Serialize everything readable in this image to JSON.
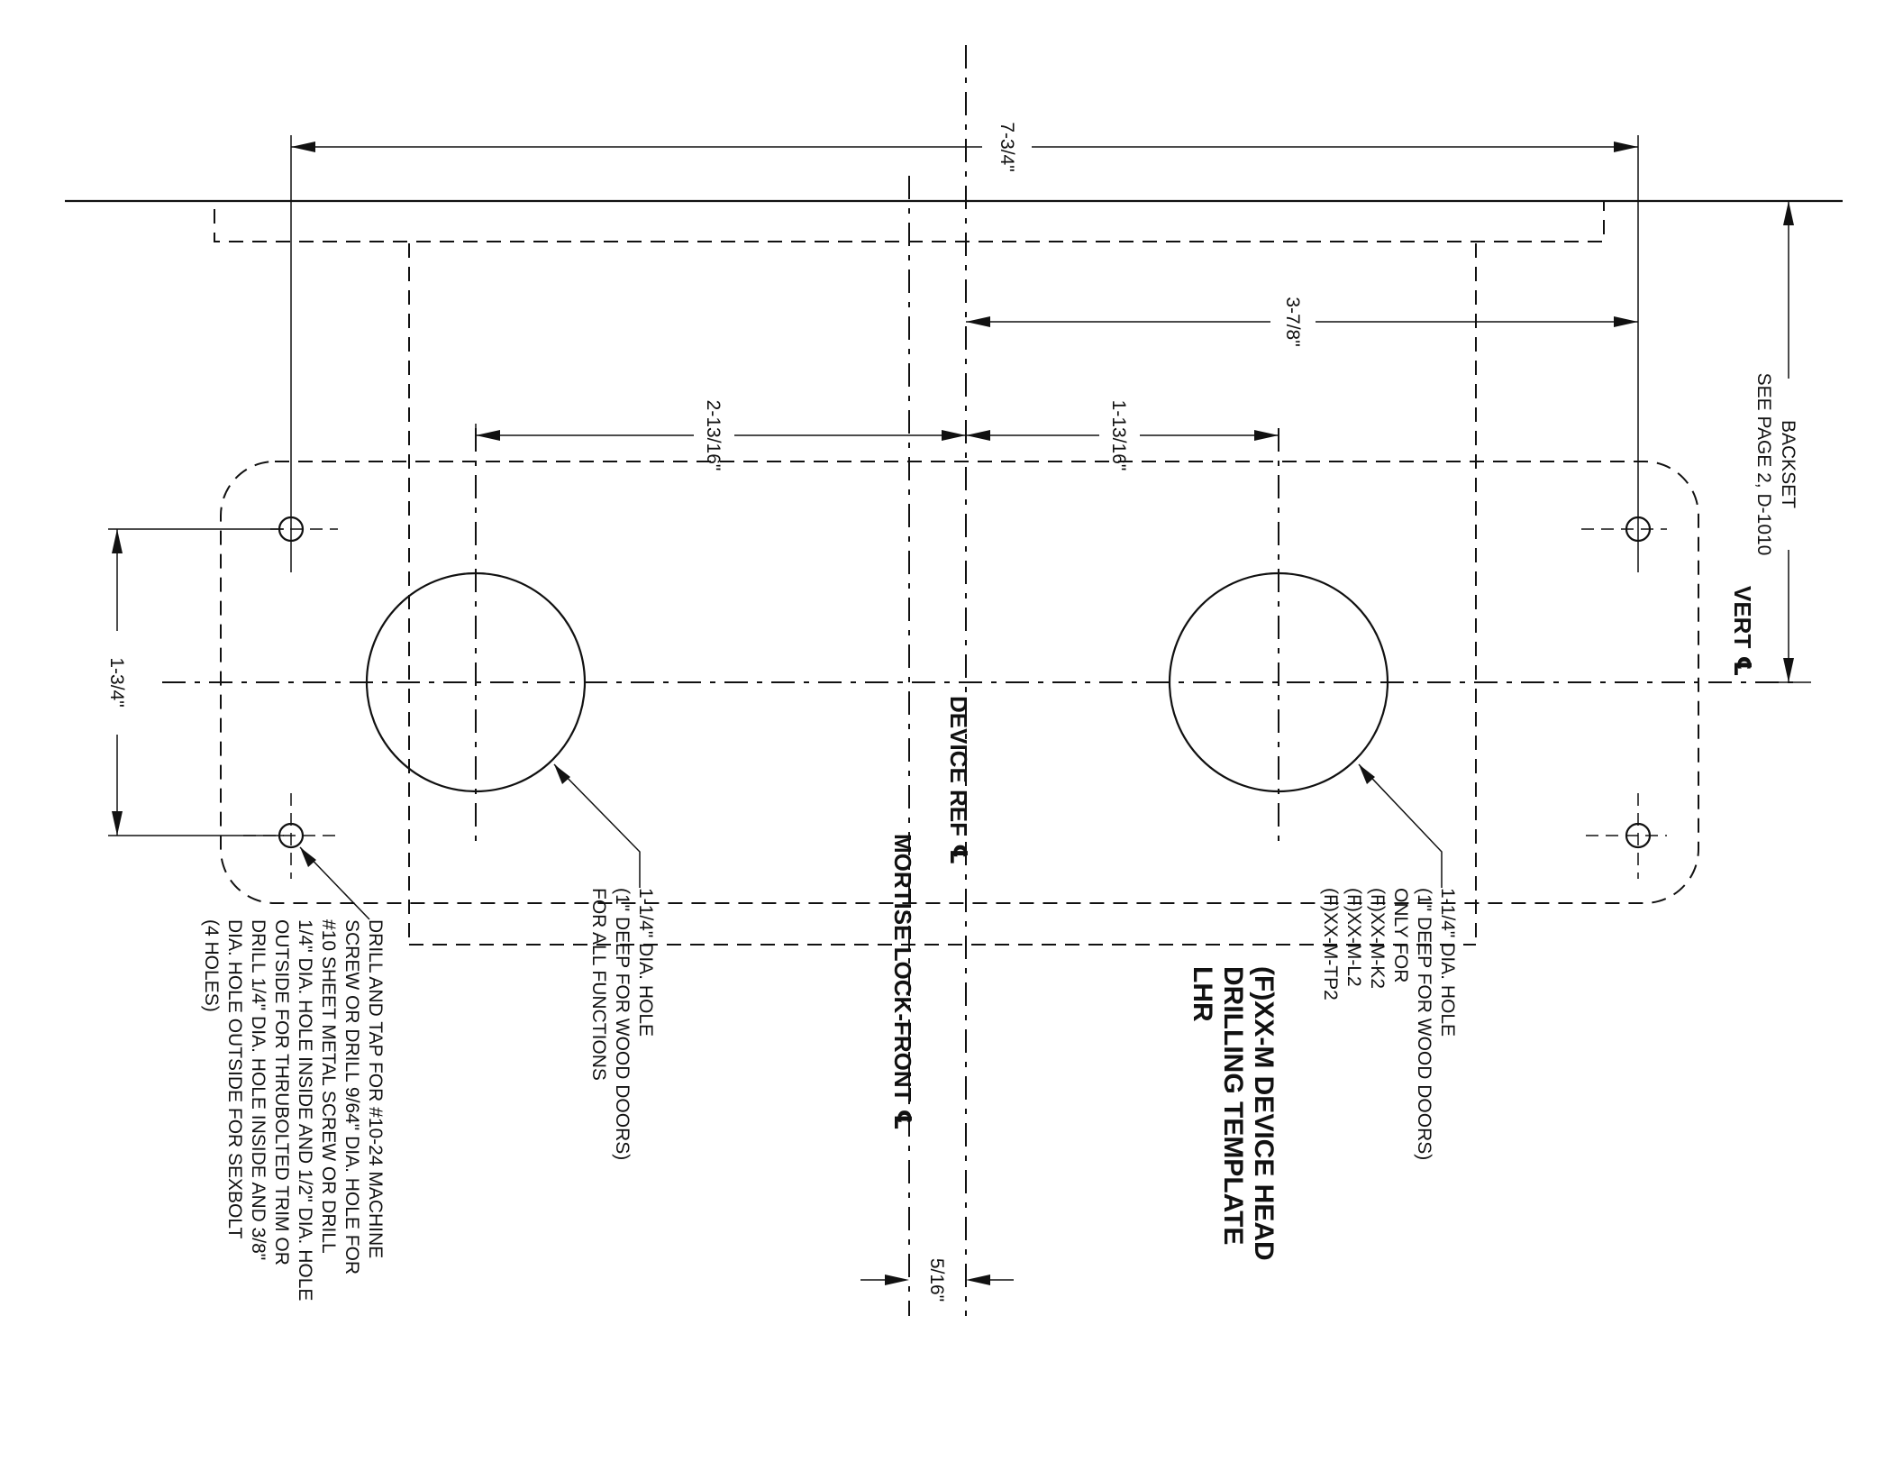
{
  "dimensions": {
    "overall_width": "7-3/4\"",
    "backset_offset": "3-7/8\"",
    "left_hole_offset": "2-13/16\"",
    "right_hole_offset": "1-13/16\"",
    "vertical_spacing": "1-3/4\"",
    "front_offset": "5/16\""
  },
  "labels": {
    "backset_line1": "BACKSET",
    "backset_line2": "SEE PAGE 2, D-1010",
    "vert_cl": "VERT",
    "device_ref_cl": "DEVICE REF",
    "mortise_front_cl": "MORTISE LOCK-FRONT",
    "centerline_symbol": "℄"
  },
  "notes": {
    "small_holes": [
      "DRILL AND TAP FOR #10-24 MACHINE",
      "SCREW OR DRILL 9/64\" DIA. HOLE FOR",
      "#10 SHEET METAL SCREW OR DRILL",
      "1/4\" DIA. HOLE INSIDE AND 1/2\" DIA. HOLE",
      "OUTSIDE FOR THRUBOLTED TRIM OR",
      "DRILL 1/4\" DIA. HOLE INSIDE AND 3/8\"",
      "DIA. HOLE OUTSIDE FOR SEXBOLT",
      "(4 HOLES)"
    ],
    "left_hole": [
      "1-1/4\" DIA. HOLE",
      "(1\" DEEP FOR WOOD DOORS)",
      "FOR ALL FUNCTIONS"
    ],
    "right_hole": [
      "1-1/4\" DIA. HOLE",
      "(1\" DEEP FOR WOOD DOORS)",
      "ONLY FOR",
      "(F)XX-M-K2",
      "(F)XX-M-L2",
      "(F)XX-M-TP2"
    ]
  },
  "title": {
    "line1": "(F)XX-M DEVICE HEAD",
    "line2": "DRILLING TEMPLATE",
    "line3": "LHR"
  }
}
